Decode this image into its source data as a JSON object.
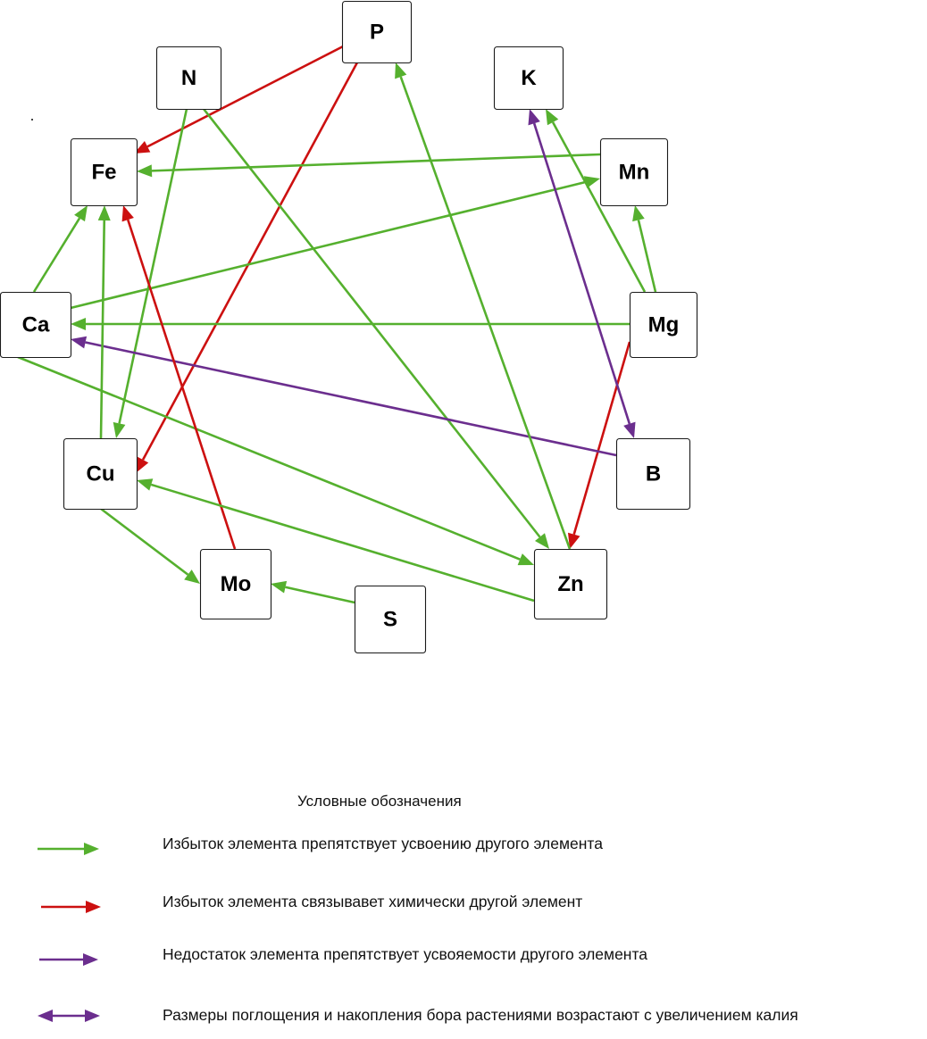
{
  "colors": {
    "green": "#55b02e",
    "red": "#cc1010",
    "purple": "#6b2e8e"
  },
  "nodes": [
    {
      "id": "P",
      "label": "P"
    },
    {
      "id": "N",
      "label": "N"
    },
    {
      "id": "K",
      "label": "K"
    },
    {
      "id": "Fe",
      "label": "Fe"
    },
    {
      "id": "Mn",
      "label": "Mn"
    },
    {
      "id": "Ca",
      "label": "Ca"
    },
    {
      "id": "Mg",
      "label": "Mg"
    },
    {
      "id": "Cu",
      "label": "Cu"
    },
    {
      "id": "B",
      "label": "B"
    },
    {
      "id": "Mo",
      "label": "Mo"
    },
    {
      "id": "Zn",
      "label": "Zn"
    },
    {
      "id": "S",
      "label": "S"
    }
  ],
  "edges": [
    {
      "from": "P",
      "to": "Fe",
      "kind": "red"
    },
    {
      "from": "P",
      "to": "Cu",
      "kind": "red"
    },
    {
      "from": "N",
      "to": "Cu",
      "kind": "green"
    },
    {
      "from": "N",
      "to": "Zn",
      "kind": "green"
    },
    {
      "from": "Mn",
      "to": "Fe",
      "kind": "green"
    },
    {
      "from": "Ca",
      "to": "Fe",
      "kind": "green"
    },
    {
      "from": "Ca",
      "to": "Mn",
      "kind": "green"
    },
    {
      "from": "Ca",
      "to": "Zn",
      "kind": "green"
    },
    {
      "from": "Mg",
      "to": "Ca",
      "kind": "green"
    },
    {
      "from": "Mg",
      "to": "Mn",
      "kind": "green"
    },
    {
      "from": "Mg",
      "to": "K",
      "kind": "green"
    },
    {
      "from": "Mg",
      "to": "Zn",
      "kind": "red"
    },
    {
      "from": "B",
      "to": "Ca",
      "kind": "purple"
    },
    {
      "from": "K",
      "to": "B",
      "kind": "purple-double"
    },
    {
      "from": "Cu",
      "to": "Fe",
      "kind": "green"
    },
    {
      "from": "Cu",
      "to": "Mo",
      "kind": "green"
    },
    {
      "from": "Mo",
      "to": "Fe",
      "kind": "red"
    },
    {
      "from": "S",
      "to": "Mo",
      "kind": "green"
    },
    {
      "from": "Zn",
      "to": "Cu",
      "kind": "green"
    },
    {
      "from": "Zn",
      "to": "P",
      "kind": "green"
    }
  ],
  "legend": {
    "title": "Условные  обозначения",
    "items": [
      {
        "kind": "green",
        "text": "Избыток элемента препятствует усвоению другого элемента"
      },
      {
        "kind": "red",
        "text": "Избыток элемента связывавет химически другой элемент"
      },
      {
        "kind": "purple",
        "text": "Недостаток элемента препятствует усвояемости  другого элемента"
      },
      {
        "kind": "purple-double",
        "text": "Размеры поглощения и накопления бора растениями возрастают с увеличением  калия"
      }
    ]
  }
}
